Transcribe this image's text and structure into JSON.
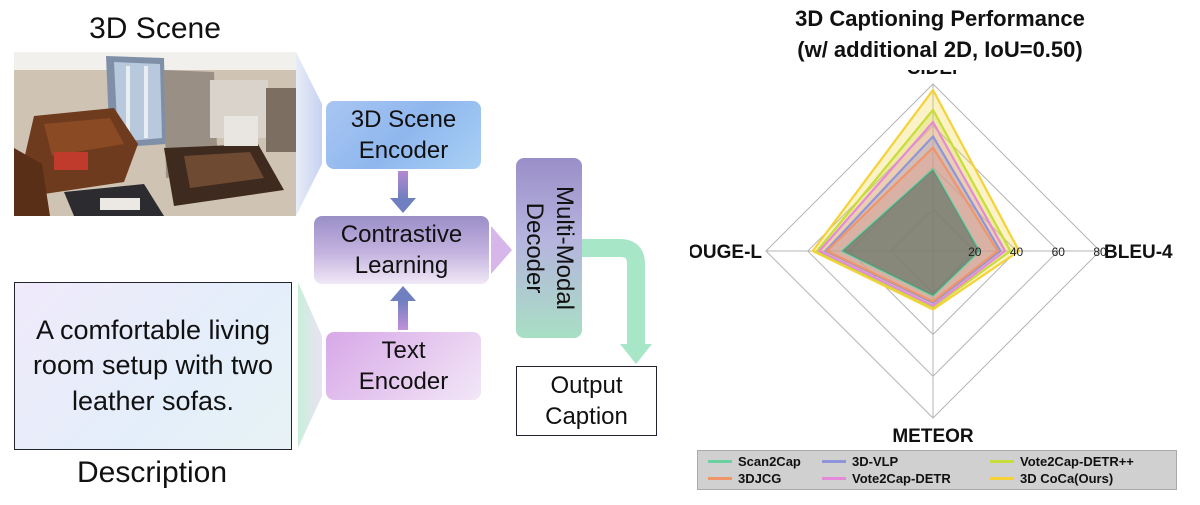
{
  "diagram": {
    "scene_title": "3D Scene",
    "scene_encoder": "3D Scene\nEncoder",
    "contrastive": "Contrastive\nLearning",
    "text_encoder": "Text\nEncoder",
    "decoder": "Multi-Modal\nDecoder",
    "output": "Output\nCaption",
    "description_text": "A comfortable living room setup with two leather sofas.",
    "description_label": "Description"
  },
  "chart_data": {
    "type": "radar",
    "title": "3D Captioning Performance\n(w/ additional 2D, IoU=0.50)",
    "axes": [
      "CIDEr",
      "BLEU-4",
      "METEOR",
      "ROUGE-L"
    ],
    "ticks": [
      20,
      40,
      60,
      80
    ],
    "range": [
      0,
      80
    ],
    "grid": true,
    "legend_position": "bottom",
    "series": [
      {
        "name": "Scan2Cap",
        "color": "#6ccf9f",
        "values": [
          39.1,
          22.2,
          21.4,
          43.5
        ]
      },
      {
        "name": "3D-VLP",
        "color": "#8f95d8",
        "values": [
          54.9,
          32.3,
          24.8,
          51.5
        ]
      },
      {
        "name": "Vote2Cap-DETR++",
        "color": "#c8dc3c",
        "values": [
          67.6,
          37.1,
          26.9,
          55.6
        ]
      },
      {
        "name": "3DJCG",
        "color": "#f0956a",
        "values": [
          49.5,
          31.0,
          24.2,
          50.8
        ]
      },
      {
        "name": "Vote2Cap-DETR",
        "color": "#e58ad8",
        "values": [
          61.8,
          34.5,
          26.2,
          54.4
        ]
      },
      {
        "name": "3D CoCa(Ours)",
        "color": "#f4d238",
        "values": [
          77.1,
          41.2,
          28.0,
          57.6
        ]
      }
    ]
  }
}
